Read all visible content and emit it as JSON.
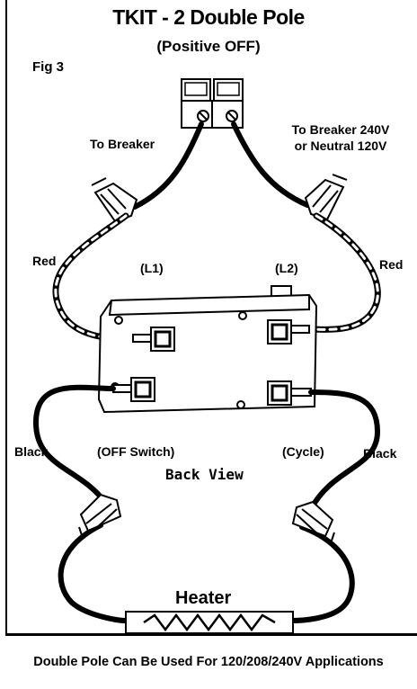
{
  "title": "TKIT - 2 Double Pole",
  "subtitle": "(Positive OFF)",
  "figure_label": "Fig 3",
  "labels": {
    "to_breaker": "To Breaker",
    "to_breaker_240v_line1": "To Breaker 240V",
    "to_breaker_240v_line2": "or Neutral 120V",
    "red_left": "Red",
    "red_right": "Red",
    "l1": "(L1)",
    "l2": "(L2)",
    "black_left": "Black",
    "black_right": "Black",
    "off_switch": "(OFF Switch)",
    "cycle": "(Cycle)",
    "back_view": "Back View",
    "heater": "Heater"
  },
  "footer": "Double Pole Can Be Used For 120/208/240V Applications",
  "icons": [
    "breaker-icon",
    "wire-nut-icon",
    "thermostat-icon",
    "heater-element-icon",
    "terminal-screw-icon"
  ],
  "colors": {
    "ink": "#000000",
    "background": "#ffffff"
  }
}
